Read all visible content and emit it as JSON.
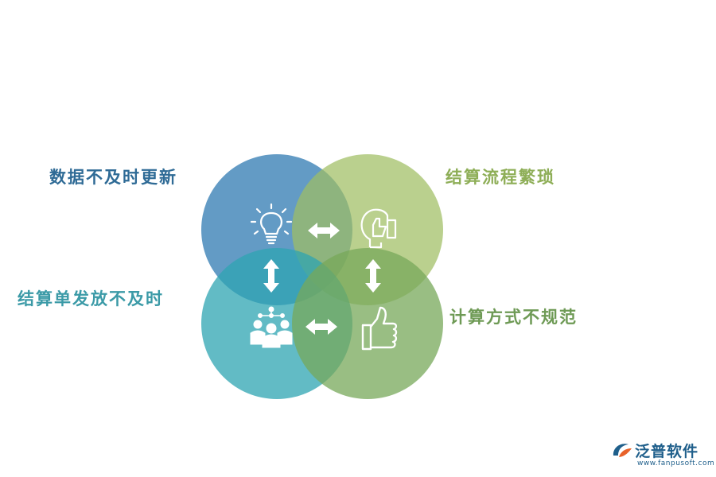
{
  "labels": {
    "top_left": "数据不及时更新",
    "top_right": "结算流程繁琐",
    "bottom_left": "结算单发放不及时",
    "bottom_right": "计算方式不规范"
  },
  "colors": {
    "circle_top_left": "#3c82b6",
    "circle_top_right": "#9fbe63",
    "circle_bottom_left": "#2ea4b2",
    "circle_bottom_right": "#77a85a"
  },
  "icons": {
    "top_left": "lightbulb-icon",
    "top_right": "head-thumbs-up-icon",
    "bottom_left": "team-network-icon",
    "bottom_right": "thumbs-up-icon",
    "arrows": "double-arrow-icon"
  },
  "logo": {
    "name": "泛普软件",
    "url": "www.fanpusoft.com"
  }
}
